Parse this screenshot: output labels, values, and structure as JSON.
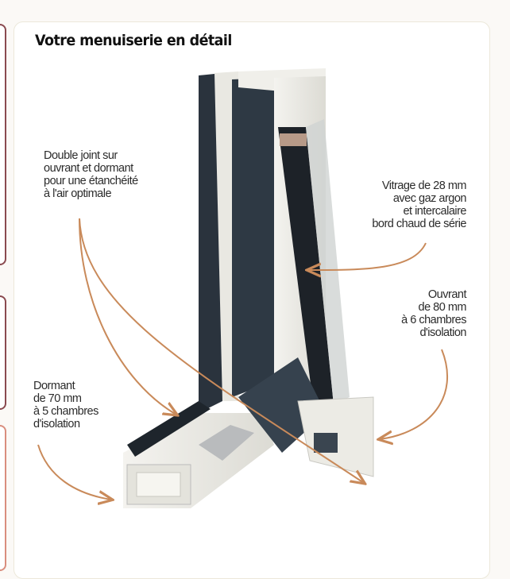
{
  "title": "Votre menuiserie en détail",
  "callouts": {
    "joint": "Double joint sur\nouvrant et dormant\npour une étanchéité\nà l'air optimale",
    "vitrage": "Vitrage de 28 mm\navec gaz argon\net intercalaire\nbord chaud de série",
    "ouvrant": "Ouvrant\nde 80 mm\nà 6 chambres\nd'isolation",
    "dormant": "Dormant\nde 70 mm\nà 5 chambres\nd'isolation"
  },
  "colors": {
    "arrow": "#c98a5a",
    "frame_dark": "#2c3540",
    "pvc_white": "#efefea",
    "side_card_border": "#8a4a4f",
    "side_card_border_alt": "#d98e7e"
  }
}
